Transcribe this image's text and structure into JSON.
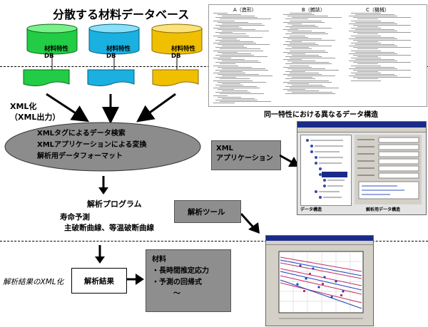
{
  "title": "分散する材料データベース",
  "databases": [
    {
      "label_line1": "材料特性",
      "label_line2": "DB",
      "color": "#22cc44"
    },
    {
      "label_line1": "材料特性",
      "label_line2": "DB",
      "color": "#1ab0e0"
    },
    {
      "label_line1": "材料特性",
      "label_line2": "DB",
      "color": "#f0c000"
    }
  ],
  "xml_label": {
    "line1": "XML化",
    "line2": "（XML出力）"
  },
  "process_ellipse": {
    "line1": "XMLタグによるデータ検索",
    "line2": "XMLアプリケーションによる変換",
    "line3": "解析用データフォーマット"
  },
  "doc_columns": [
    "A（造形）",
    "B（雑誌）",
    "C（機械）"
  ],
  "structure_caption": "同一特性における異なるデータ構造",
  "xml_app_box": {
    "line1": "XML",
    "line2": "アプリケーション"
  },
  "analysis_program": "解析プログラム",
  "life_prediction": {
    "line1": "寿命予測",
    "line2": "主破断曲線、等温破断曲線"
  },
  "analysis_tool": "解析ツール",
  "result_xml_label": "解析結果のXML化",
  "result_box": "解析結果",
  "material_box": {
    "line1": "材料",
    "line2": "・長時間推定応力",
    "line3": "・予測の回帰式",
    "line4": "～"
  },
  "app_screenshot": {
    "left_label": "データ構造",
    "right_label": "解析用データ構造"
  }
}
